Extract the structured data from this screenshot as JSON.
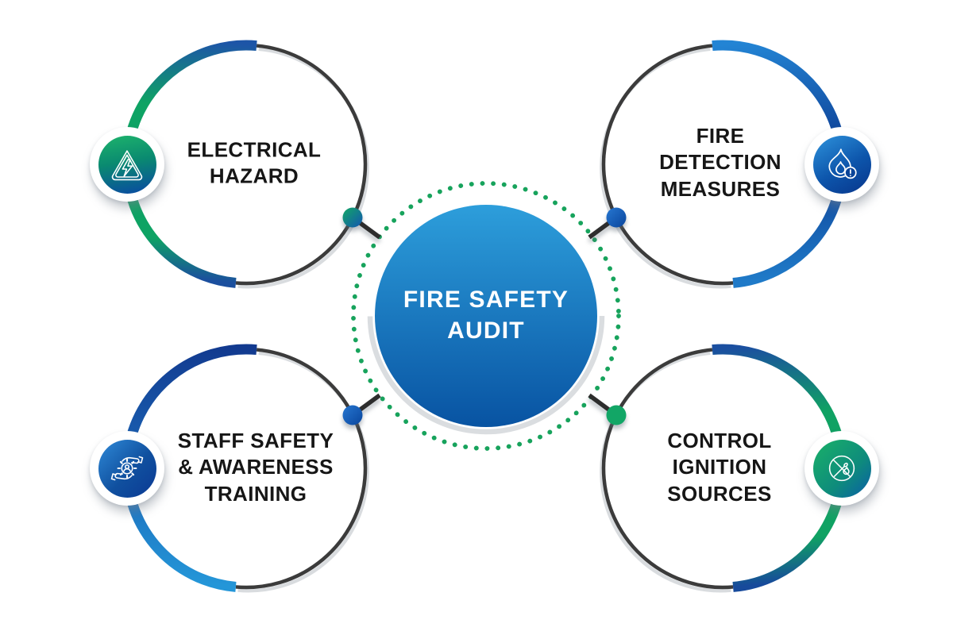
{
  "title": "Fire Safety Audit",
  "center": {
    "label": "FIRE SAFETY\nAUDIT",
    "circle_top_color": "#2d9edb",
    "circle_bottom_color": "#0853a2",
    "dotted_ring_color": "#17a35c"
  },
  "nodes": [
    {
      "id": "electrical-hazard",
      "label": "ELECTRICAL\nHAZARD",
      "icon": "electrical-hazard-icon",
      "position": "top-left",
      "arc_colors": [
        "#1d55a7",
        "#0ea364",
        "#1b4f9e"
      ]
    },
    {
      "id": "fire-detection-measures",
      "label": "FIRE\nDETECTION\nMEASURES",
      "icon": "flame-alert-icon",
      "position": "top-right",
      "arc_colors": [
        "#2384d4",
        "#0c3a90",
        "#1f7ac8"
      ]
    },
    {
      "id": "staff-safety-awareness-training",
      "label": "STAFF SAFETY\n& AWARENESS\nTRAINING",
      "icon": "hands-gear-person-icon",
      "position": "bottom-left",
      "arc_colors": [
        "#123a8f",
        "#1b67b8",
        "#2496d8"
      ]
    },
    {
      "id": "control-ignition-sources",
      "label": "CONTROL\nIGNITION\nSOURCES",
      "icon": "no-ignition-icon",
      "position": "bottom-right",
      "arc_colors": [
        "#1b4fa0",
        "#10a263",
        "#174a9b"
      ]
    }
  ],
  "colors": {
    "ring_dark": "#3b3b3b",
    "ring_shadow": "#d9dcdf",
    "green": "#0ea364",
    "blue": "#1b5fb8",
    "navy": "#0c3a90",
    "text": "#161616"
  }
}
